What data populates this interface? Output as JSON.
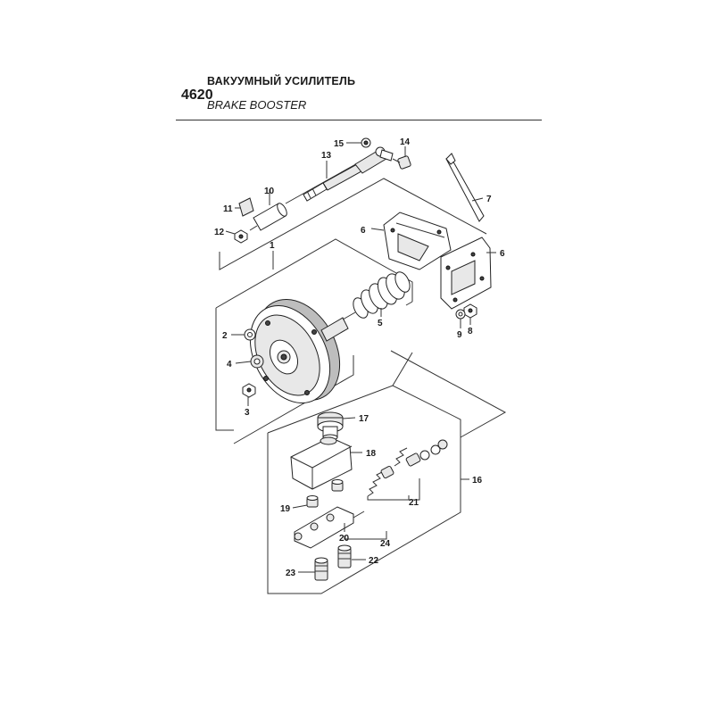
{
  "header": {
    "code": "4620",
    "title_ru": "ВАКУУМНЫЙ УСИЛИТЕЛЬ",
    "title_en": "BRAKE BOOSTER"
  },
  "callouts": [
    "1",
    "2",
    "3",
    "4",
    "5",
    "6",
    "6",
    "7",
    "8",
    "9",
    "10",
    "11",
    "12",
    "13",
    "14",
    "15",
    "16",
    "17",
    "18",
    "19",
    "20",
    "21",
    "22",
    "23",
    "24"
  ]
}
